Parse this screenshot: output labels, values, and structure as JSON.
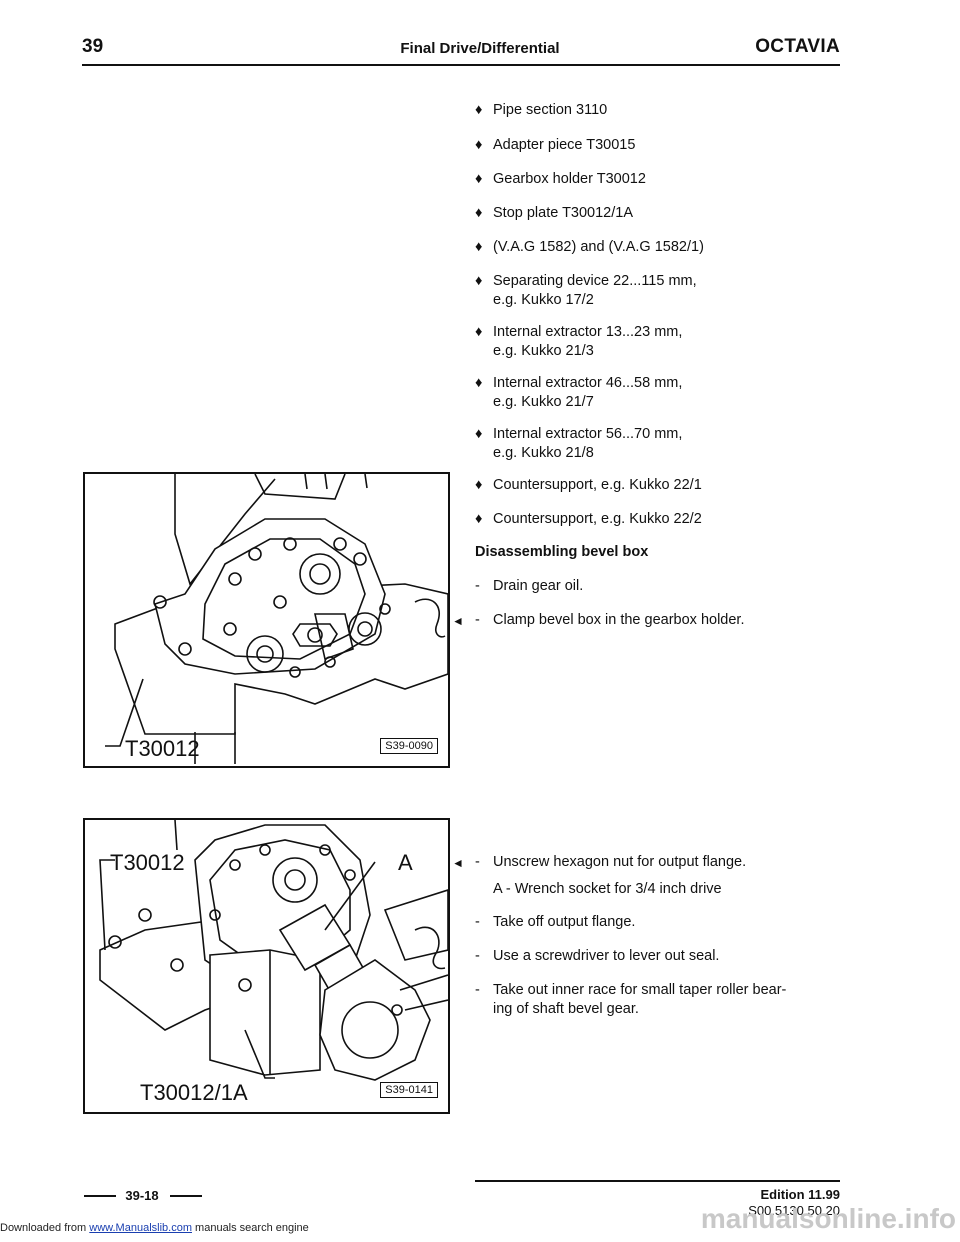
{
  "header": {
    "chapter": "39",
    "title": "Final Drive/Differential",
    "brand": "OCTAVIA"
  },
  "tools": [
    {
      "marker": "♦",
      "lines": [
        "Pipe section 3110"
      ]
    },
    {
      "marker": "♦",
      "lines": [
        "Adapter piece T30015"
      ]
    },
    {
      "marker": "♦",
      "lines": [
        "Gearbox holder T30012"
      ]
    },
    {
      "marker": "♦",
      "lines": [
        "Stop plate T30012/1A"
      ]
    },
    {
      "marker": "♦",
      "lines": [
        "(V.A.G 1582) and (V.A.G 1582/1)"
      ]
    },
    {
      "marker": "♦",
      "lines": [
        "Separating device 22...115 mm,",
        "e.g. Kukko 17/2"
      ]
    },
    {
      "marker": "♦",
      "lines": [
        "Internal extractor 13...23 mm,",
        "e.g. Kukko 21/3"
      ]
    },
    {
      "marker": "♦",
      "lines": [
        "Internal extractor 46...58 mm,",
        "e.g. Kukko 21/7"
      ]
    },
    {
      "marker": "♦",
      "lines": [
        "Internal extractor 56...70 mm,",
        "e.g. Kukko 21/8"
      ]
    },
    {
      "marker": "♦",
      "lines": [
        "Countersupport, e.g. Kukko 22/1"
      ]
    },
    {
      "marker": "♦",
      "lines": [
        "Countersupport, e.g. Kukko 22/2"
      ]
    }
  ],
  "section": {
    "heading": "Disassembling bevel box",
    "step_drain": "Drain gear oil.",
    "step_clamp": "Clamp bevel box in the gearbox holder.",
    "step_unscrew": "Unscrew hexagon nut for output flange.",
    "note_a": "A - Wrench socket for 3/4 inch drive",
    "step_takeoff": "Take off output flange.",
    "step_seal": "Use a screwdriver to lever out seal.",
    "step_race_1": "Take out inner race for small taper roller bear-",
    "step_race_2": "ing of shaft bevel gear.",
    "dash": "-",
    "arrow": "◄"
  },
  "figure1": {
    "label": "T30012",
    "code": "S39-0090"
  },
  "figure2": {
    "label_top": "T30012",
    "label_a": "A",
    "label_bottom": "T30012/1A",
    "code": "S39-0141"
  },
  "footer": {
    "page": "39-18",
    "edition": "Edition 11.99",
    "code": "S00.5130.50.20"
  },
  "download": {
    "prefix": "Downloaded from",
    "link": "www.Manualslib.com",
    "suffix": "manuals search engine"
  },
  "watermark": "manualsonline.info"
}
